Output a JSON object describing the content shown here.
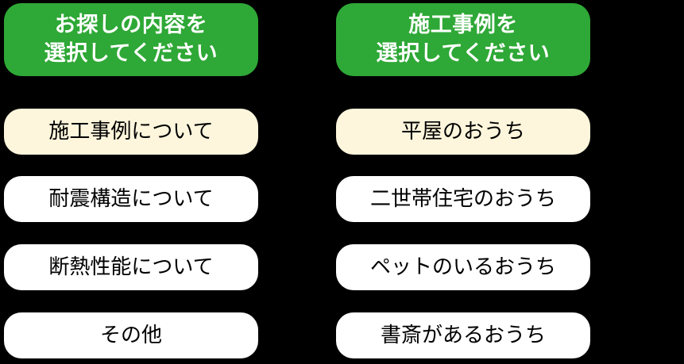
{
  "theme": {
    "background": "#000000",
    "header_green": "#2ea836",
    "header_text": "#ffffff",
    "option_bg": "#ffffff",
    "option_selected_bg": "#fdf6dc",
    "option_text": "#000000"
  },
  "columns": [
    {
      "name": "search-topic",
      "header": {
        "line1": "お探しの内容を",
        "line2": "選択してください"
      },
      "options": [
        {
          "label": "施工事例について",
          "selected": true
        },
        {
          "label": "耐震構造について",
          "selected": false
        },
        {
          "label": "断熱性能について",
          "selected": false
        },
        {
          "label": "その他",
          "selected": false
        }
      ]
    },
    {
      "name": "construction-example",
      "header": {
        "line1": "施工事例を",
        "line2": "選択してください"
      },
      "options": [
        {
          "label": "平屋のおうち",
          "selected": true
        },
        {
          "label": "二世帯住宅のおうち",
          "selected": false
        },
        {
          "label": "ペットのいるおうち",
          "selected": false
        },
        {
          "label": "書斎があるおうち",
          "selected": false
        }
      ]
    }
  ]
}
